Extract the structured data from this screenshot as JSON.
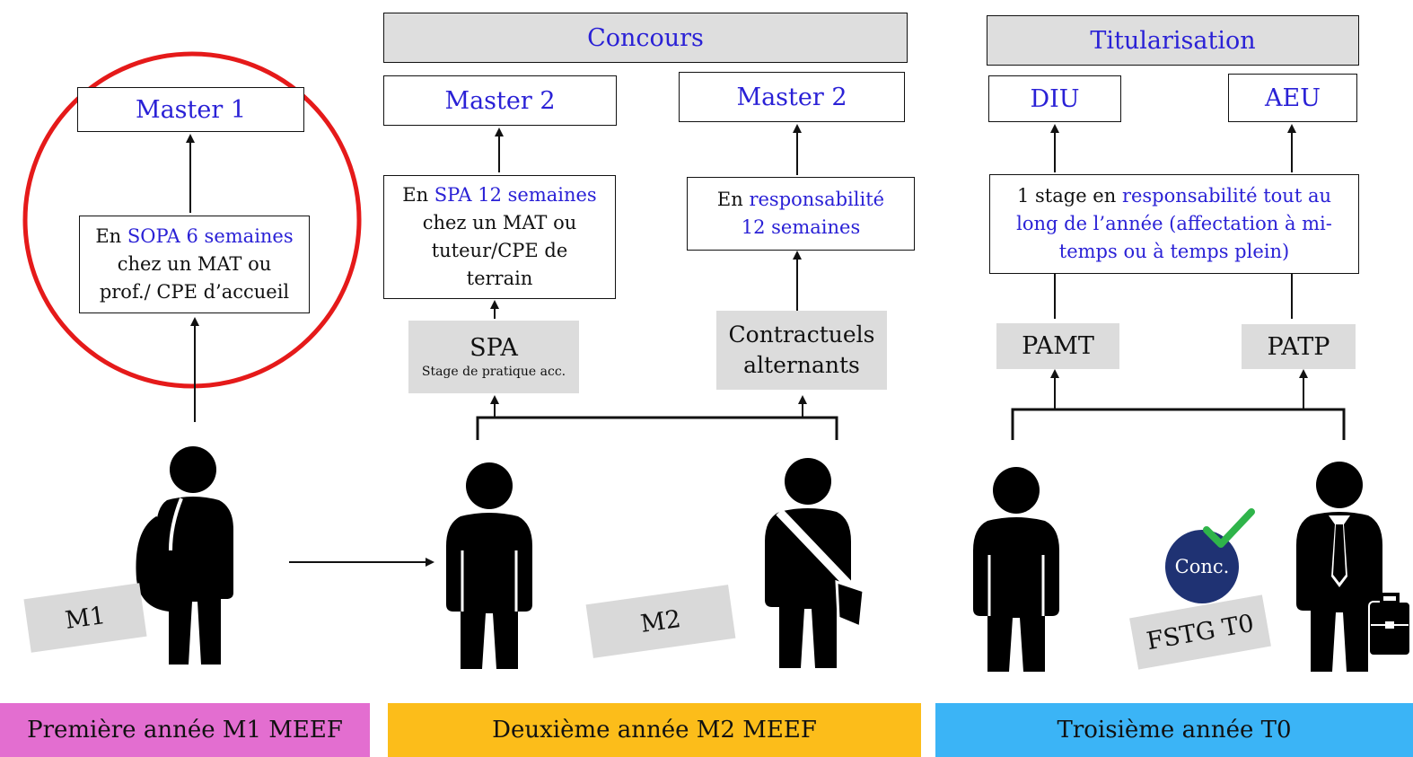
{
  "colors": {
    "accent_text": "#2a21d6",
    "highlight_circle": "#e51a1a",
    "band_m1": "#e36ed0",
    "band_m2": "#fcbd1a",
    "band_t0": "#3bb4f6",
    "conc_badge": "#1f3273",
    "check": "#2fb44a"
  },
  "m1": {
    "top_box": "Master 1",
    "stage_prefix": "En ",
    "stage_highlight": "SOPA 6 semaines",
    "stage_rest_1": "chez un MAT ou",
    "stage_rest_2": "prof./ CPE d’accueil",
    "tag": "M1",
    "band": "Première année M1 MEEF"
  },
  "m2": {
    "header": "Concours",
    "left_top": "Master 2",
    "right_top": "Master 2",
    "left_stage_prefix": "En ",
    "left_stage_highlight": "SPA 12 semaines",
    "left_stage_line2": "chez un MAT ou",
    "left_stage_line3": "tuteur/CPE de",
    "left_stage_line4": "terrain",
    "right_stage_prefix": "En ",
    "right_stage_highlight": "responsabilité",
    "right_stage_line2": "12 semaines",
    "spa_label": "SPA",
    "spa_sub": "Stage de pratique acc.",
    "contract_line1": "Contractuels",
    "contract_line2": "alternants",
    "tag": "M2",
    "band": "Deuxième année M2 MEEF"
  },
  "t0": {
    "header": "Titularisation",
    "diu": "DIU",
    "aeu": "AEU",
    "stage_line1_prefix": "1 stage en ",
    "stage_line1_highlight": "responsabilité tout au",
    "stage_line2": "long de l’année (affectation à mi-",
    "stage_line3": "temps ou à temps plein)",
    "pamt": "PAMT",
    "patp": "PATP",
    "conc_badge": "Conc.",
    "tag": "FSTG T0",
    "band": "Troisième année T0"
  }
}
